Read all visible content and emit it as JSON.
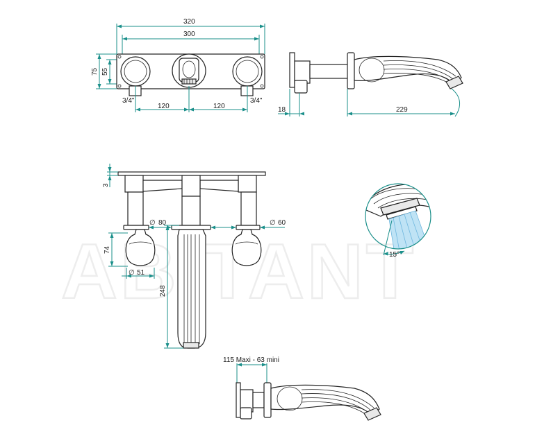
{
  "watermark": "ABITANT",
  "dimensions": {
    "plate_width": "320",
    "plate_inner": "300",
    "plate_height": "75",
    "plate_height_inner": "55",
    "thread_left": "3/4\"",
    "thread_right": "3/4\"",
    "spacing_left": "120",
    "spacing_right": "120",
    "wall_depth": "18",
    "spout_length": "229",
    "plate_thickness": "3",
    "rosette_left": "80",
    "rosette_right": "60",
    "handle_height": "74",
    "handle_diameter": "51",
    "spout_drop": "248",
    "spray_angle": "15°",
    "adjustment_range": "115 Maxi -  63  mini"
  },
  "symbols": {
    "diameter": "∅"
  },
  "colors": {
    "dimension_line": "#1a8f8a",
    "outline": "#222222",
    "water": "#bfe3f5"
  }
}
